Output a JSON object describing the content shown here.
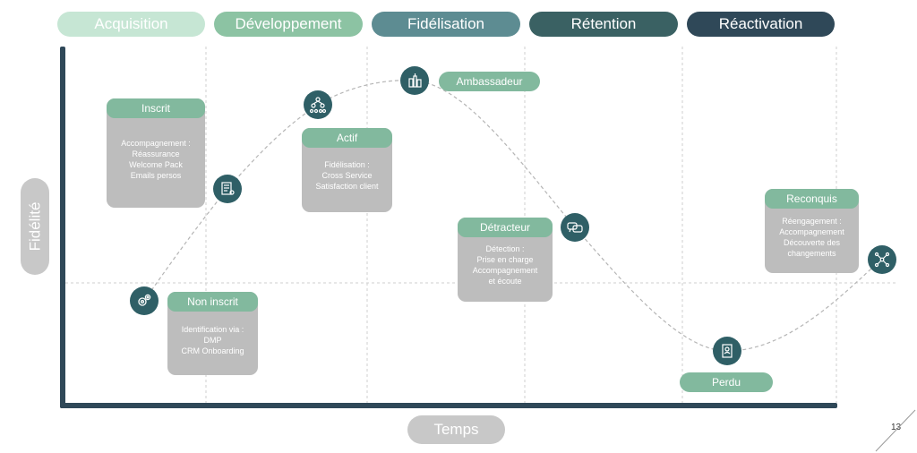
{
  "stages": [
    {
      "label": "Acquisition",
      "color": "#c6e6d4"
    },
    {
      "label": "Développement",
      "color": "#8cc3a3"
    },
    {
      "label": "Fidélisation",
      "color": "#5d8c92"
    },
    {
      "label": "Rétention",
      "color": "#3a6163"
    },
    {
      "label": "Réactivation",
      "color": "#2f4858"
    }
  ],
  "axes": {
    "y_label": "Fidélité",
    "x_label": "Temps"
  },
  "cards": {
    "inscrit": {
      "title": "Inscrit",
      "lines": [
        "Accompagnement :",
        "Réassurance",
        "Welcome Pack",
        "Emails persos"
      ]
    },
    "non_inscrit": {
      "title": "Non inscrit",
      "lines": [
        "Identification via :",
        "DMP",
        "CRM Onboarding"
      ]
    },
    "actif": {
      "title": "Actif",
      "lines": [
        "Fidélisation :",
        "Cross Service",
        "Satisfaction client"
      ]
    },
    "detracteur": {
      "title": "Détracteur",
      "lines": [
        "Détection :",
        "Prise en charge",
        "Accompagnement",
        "et écoute"
      ]
    },
    "reconquis": {
      "title": "Reconquis",
      "lines": [
        "Réengagement :",
        "Accompagnement",
        "Découverte des",
        "changements"
      ]
    }
  },
  "tags": {
    "ambassadeur": "Ambassadeur",
    "perdu": "Perdu"
  },
  "nodes": {
    "non_inscrit": "gears-icon",
    "inscrit": "registration-form-icon",
    "actif": "network-hierarchy-icon",
    "ambassadeur": "bottles-icon",
    "detracteur": "chat-bubbles-icon",
    "perdu": "document-user-icon",
    "reconquis": "network-nodes-icon"
  },
  "page_number": "13",
  "colors": {
    "axis": "#2f4858",
    "node": "#2f5f66",
    "card_header": "#82b99e",
    "card_body": "#bdbdbd",
    "axis_label_bg": "#c8c8c8"
  }
}
